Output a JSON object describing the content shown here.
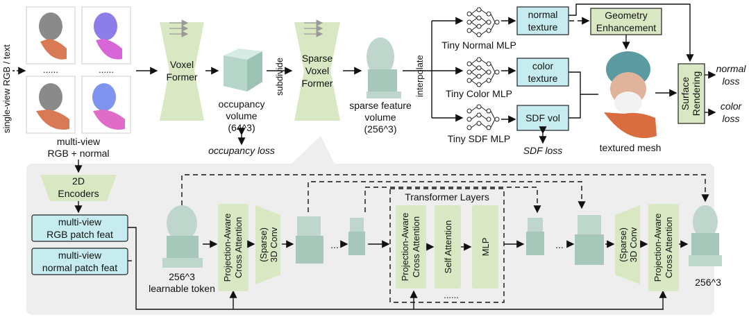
{
  "top": {
    "input_label": "single-view RGB / text",
    "ellipsis_row": "......",
    "multiview_caption_1": "multi-view",
    "multiview_caption_2": "RGB + normal",
    "voxel_former_1": "Voxel",
    "voxel_former_2": "Former",
    "occupancy_1": "occupancy",
    "occupancy_2": "volume",
    "occupancy_3": "(64^3)",
    "occupancy_loss": "occupancy loss",
    "subdivide": "subdivide",
    "sparse_former_1": "Sparse",
    "sparse_former_2": "Voxel",
    "sparse_former_3": "Former",
    "sparse_feat_1": "sparse feature",
    "sparse_feat_2": "volume",
    "sparse_feat_3": "(256^3)",
    "interpolate": "interpolate",
    "tiny_normal": "Tiny Normal MLP",
    "tiny_color": "Tiny Color MLP",
    "tiny_sdf": "Tiny SDF MLP",
    "normal_texture_1": "normal",
    "normal_texture_2": "texture",
    "color_texture_1": "color",
    "color_texture_2": "texture",
    "sdf_vol": "SDF vol",
    "sdf_loss": "SDF loss",
    "geo_enh_1": "Geometry",
    "geo_enh_2": "Enhancement",
    "textured_mesh": "textured mesh",
    "surface_rendering_1": "Surface",
    "surface_rendering_2": "Rendering",
    "normal_loss_1": "normal",
    "normal_loss_2": "loss",
    "color_loss_1": "color",
    "color_loss_2": "loss"
  },
  "bottom": {
    "encoders_1": "2D",
    "encoders_2": "Encoders",
    "rgb_patch_1": "multi-view",
    "rgb_patch_2": "RGB patch feat",
    "normal_patch_1": "multi-view",
    "normal_patch_2": "normal patch feat",
    "learnable_1": "256^3",
    "learnable_2": "learnable token",
    "pa_cross_1": "Projection-Aware",
    "pa_cross_2": "Cross Attention",
    "sparse_conv_1": "(Sparse)",
    "sparse_conv_2": "3D Conv",
    "transformer_layers": "Transformer Layers",
    "self_attention": "Self Attention",
    "mlp": "MLP",
    "ellipsis": "...",
    "dots_bottom": "......",
    "output_res": "256^3"
  },
  "colors": {
    "module_green": "#d9e8c2",
    "texture_cyan": "#c6ecef",
    "panel_gray": "#eeeeee"
  }
}
